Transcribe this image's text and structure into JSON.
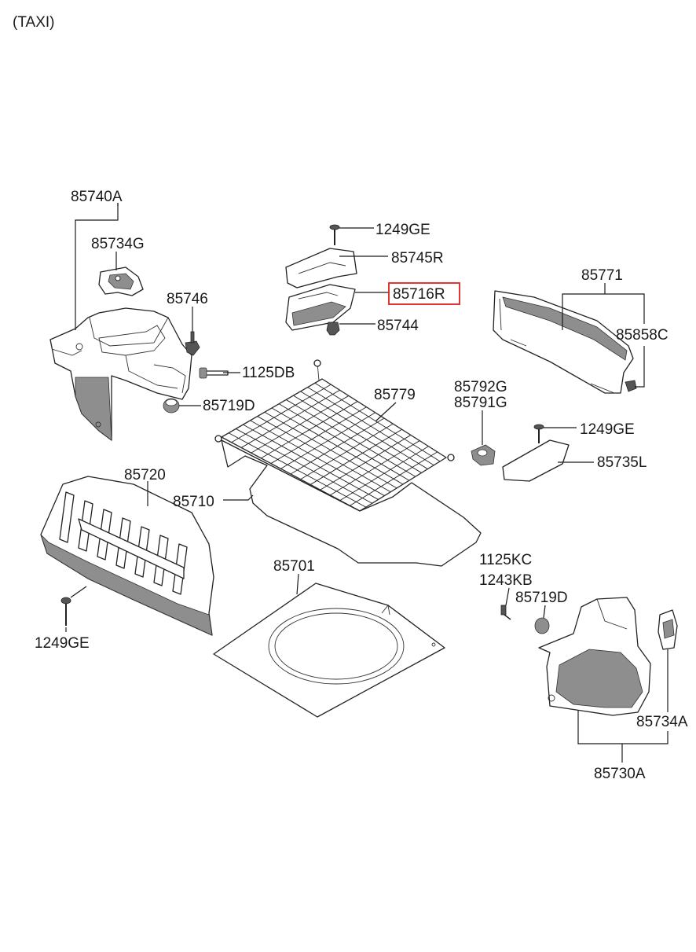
{
  "header": {
    "variant": "(TAXI)"
  },
  "parts": {
    "p85740A": "85740A",
    "p85734G": "85734G",
    "p85746": "85746",
    "p1125DB": "1125DB",
    "p85719D_left": "85719D",
    "p1249GE_top": "1249GE",
    "p85745R": "85745R",
    "p85716R": "85716R",
    "p85744": "85744",
    "p85771": "85771",
    "p85858C": "85858C",
    "p85779": "85779",
    "p85792G": "85792G",
    "p85791G": "85791G",
    "p1249GE_right": "1249GE",
    "p85735L": "85735L",
    "p85720": "85720",
    "p85710": "85710",
    "p85701": "85701",
    "p1249GE_left": "1249GE",
    "p1125KC": "1125KC",
    "p1243KB": "1243KB",
    "p85719D_right": "85719D",
    "p85734A": "85734A",
    "p85730A": "85730A"
  },
  "highlight": {
    "part": "85716R",
    "color": "#e0201c"
  }
}
